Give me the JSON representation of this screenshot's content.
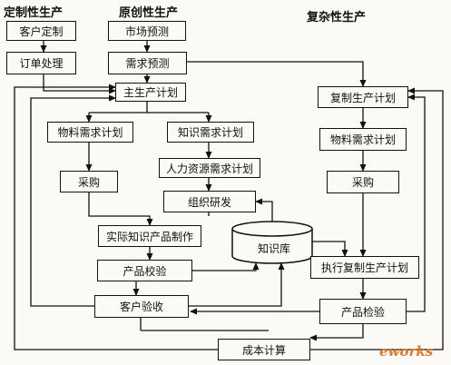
{
  "headers": {
    "custom": "定制性生产",
    "original": "原创性生产",
    "complex": "复杂性生产"
  },
  "nodes": {
    "customer_custom": "客户定制",
    "order_processing": "订单处理",
    "market_forecast": "市场预测",
    "demand_forecast": "需求预测",
    "master_plan": "主生产计划",
    "material_req_plan": "物料需求计划",
    "knowledge_req_plan": "知识需求计划",
    "hr_req_plan": "人力资源需求计划",
    "purchase_left": "采购",
    "org_rd": "组织研发",
    "knowledge_base": "知识库",
    "actual_product_make": "实际知识产品制作",
    "product_check_left": "产品校验",
    "customer_acceptance": "客户验收",
    "replicate_plan": "复制生产计划",
    "material_req_plan_right": "物料需求计划",
    "purchase_right": "采购",
    "exec_replicate_plan": "执行复制生产计划",
    "product_check_right": "产品检验",
    "cost_calc": "成本计算"
  },
  "watermark": {
    "letter": "e",
    "rest": "works"
  }
}
